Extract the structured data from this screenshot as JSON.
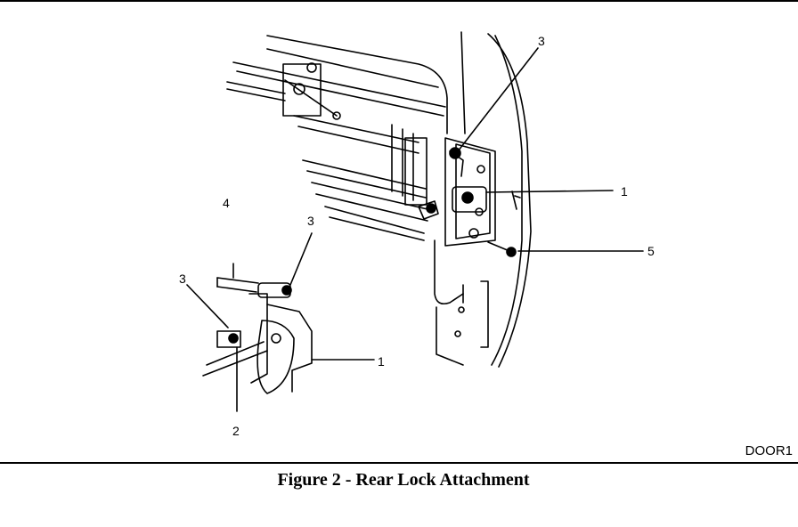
{
  "figure": {
    "caption": "Figure 2 - Rear Lock Attachment",
    "code": "DOOR1"
  },
  "callouts": {
    "top_right_3": "3",
    "right_1": "1",
    "right_5": "5",
    "left_4": "4",
    "left_3_upper": "3",
    "left_3_lower": "3",
    "lower_1": "1",
    "lower_2": "2"
  }
}
